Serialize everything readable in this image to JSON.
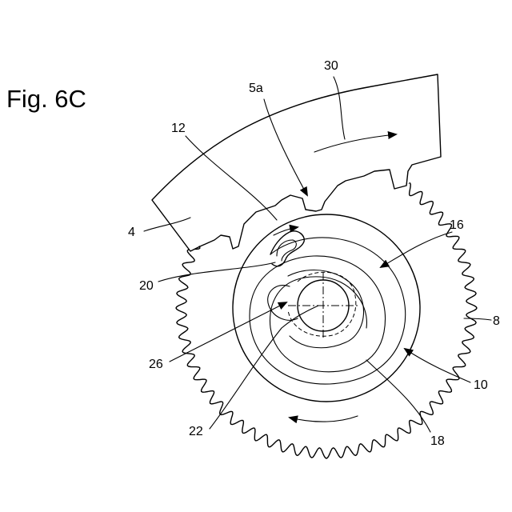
{
  "figure_title": "Fig. 6C",
  "reference_numerals": {
    "n30": "30",
    "n5a": "5a",
    "n12": "12",
    "n16": "16",
    "n4": "4",
    "n20": "20",
    "n8": "8",
    "n26": "26",
    "n10": "10",
    "n22": "22",
    "n18": "18"
  }
}
